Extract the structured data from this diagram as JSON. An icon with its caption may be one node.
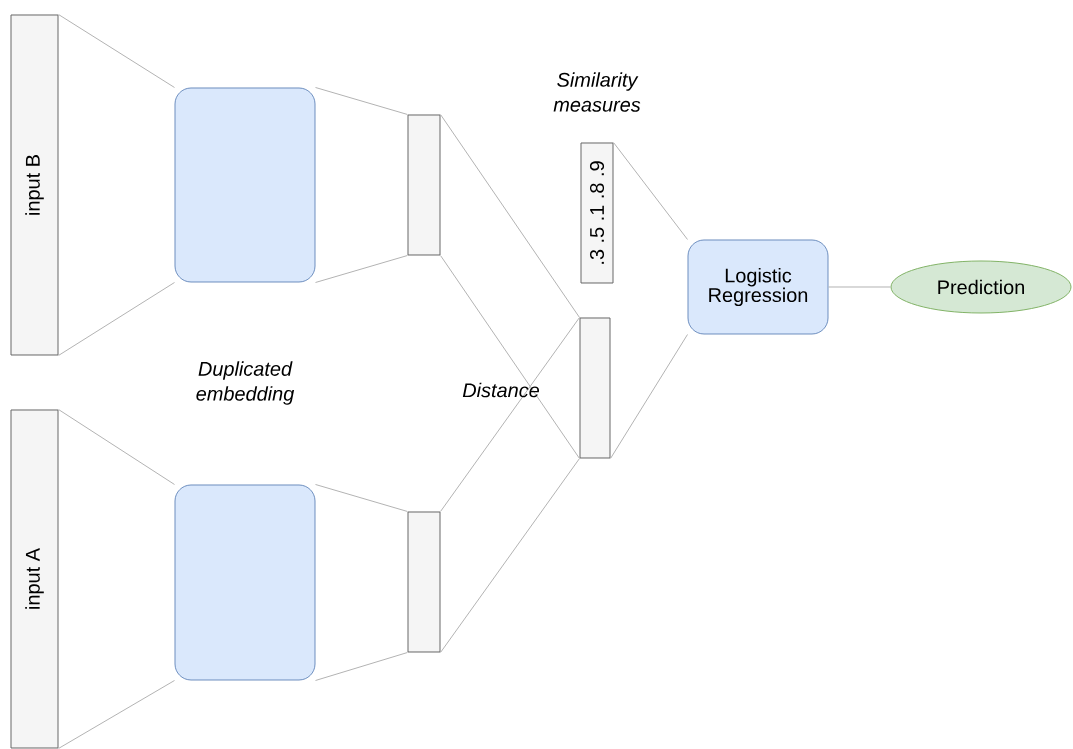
{
  "diagram": {
    "nodes": [
      {
        "text": [
          "input B"
        ]
      },
      {
        "text": [],
        "shape": "box"
      },
      {
        "text": [],
        "shape": "bar"
      },
      {
        "text": [
          "input A"
        ]
      },
      {
        "text": [],
        "shape": "box"
      },
      {
        "text": [],
        "shape": "bar"
      },
      {
        "text": [],
        "shape": "bar"
      },
      {
        "text": [
          ".3 .5 .1 .8 .9"
        ]
      },
      {
        "text": [
          "Logistic Regression"
        ]
      },
      {
        "text": [
          "Prediction"
        ]
      }
    ],
    "edges": [
      {
        "from": 0,
        "to": 1,
        "arrow": "none"
      },
      {
        "from": 0,
        "to": 1,
        "arrow": "none"
      },
      {
        "from": 1,
        "to": 2,
        "arrow": "none"
      },
      {
        "from": 1,
        "to": 2,
        "arrow": "none"
      },
      {
        "from": 3,
        "to": 4,
        "arrow": "none"
      },
      {
        "from": 3,
        "to": 4,
        "arrow": "none"
      },
      {
        "from": 4,
        "to": 5,
        "arrow": "none"
      },
      {
        "from": 4,
        "to": 5,
        "arrow": "none"
      },
      {
        "from": 2,
        "to": 6,
        "arrow": "none"
      },
      {
        "from": 2,
        "to": 6,
        "arrow": "none"
      },
      {
        "from": 5,
        "to": 6,
        "arrow": "none"
      },
      {
        "from": 5,
        "to": 6,
        "arrow": "none"
      },
      {
        "from": 7,
        "to": 8,
        "arrow": "none"
      },
      {
        "from": 6,
        "to": 8,
        "arrow": "none"
      },
      {
        "from": 8,
        "to": 9,
        "arrow": "none"
      }
    ],
    "labels": [
      "Similarity measures",
      "Duplicated embedding",
      "Distance"
    ]
  }
}
